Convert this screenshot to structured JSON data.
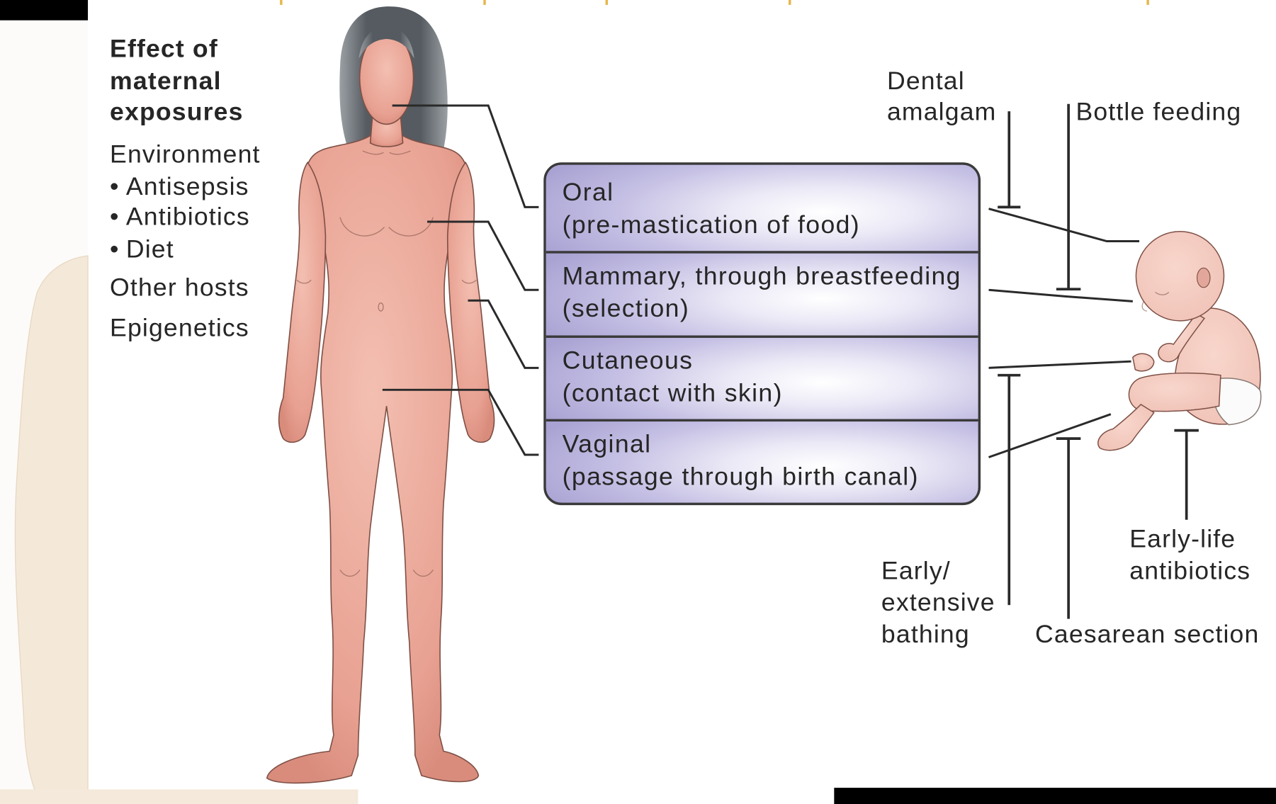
{
  "left_panel": {
    "heading": [
      "Effect of",
      "maternal",
      "exposures"
    ],
    "environment_label": "Environment",
    "bullet_symbol": "•",
    "environment_bullets": [
      "Antisepsis",
      "Antibiotics",
      "Diet"
    ],
    "other_hosts": "Other hosts",
    "epigenetics": "Epigenetics"
  },
  "transmission_routes": [
    {
      "title": "Oral",
      "detail": "(pre-mastication of food)"
    },
    {
      "title": "Mammary, through breastfeeding",
      "detail": "(selection)"
    },
    {
      "title": "Cutaneous",
      "detail": "(contact with skin)"
    },
    {
      "title": "Vaginal",
      "detail": "(passage through birth canal)"
    }
  ],
  "infant_factors": {
    "dental_amalgam": [
      "Dental",
      "amalgam"
    ],
    "bottle_feeding": "Bottle feeding",
    "bathing": [
      "Early/",
      "extensive",
      "bathing"
    ],
    "caesarean": "Caesarean section",
    "antibiotics": [
      "Early-life",
      "antibiotics"
    ]
  },
  "colors": {
    "skin": "#e8a192",
    "skin_highlight": "#f3bfb1",
    "hair": "#555b60",
    "outline": "#7e5046",
    "box_fill": "#a9a3d3",
    "line": "#2a2a2a",
    "infant_skin": "#f0c2b6"
  }
}
